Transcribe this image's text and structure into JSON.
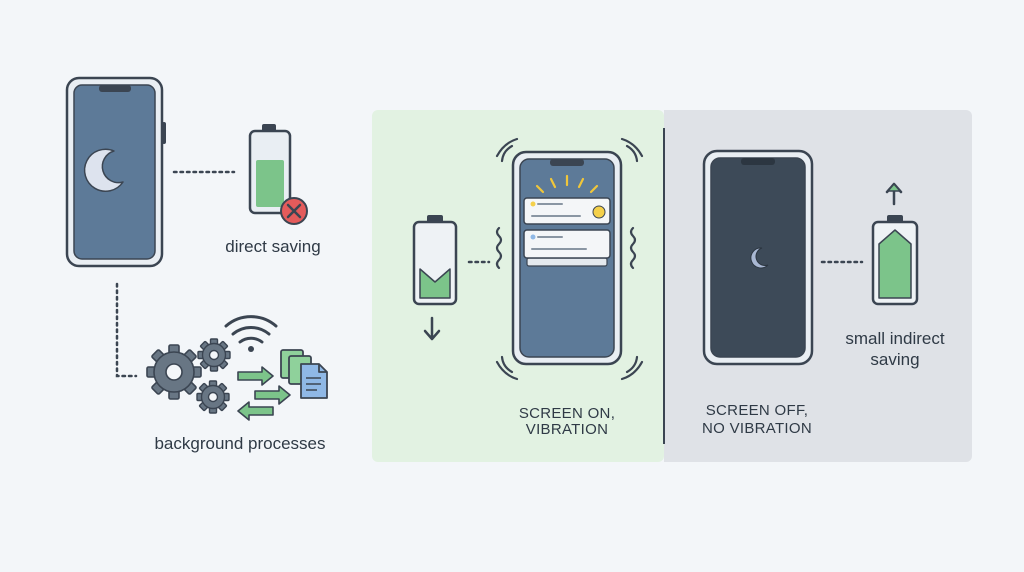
{
  "labels": {
    "direct_saving": "direct saving",
    "background_processes": "background processes",
    "screen_on": "SCREEN ON,",
    "vibration": "VIBRATION",
    "screen_off": "SCREEN OFF,",
    "no_vibration": "NO VIBRATION",
    "small_indirect": "small indirect",
    "saving": "saving"
  },
  "colors": {
    "background": "#f3f6f9",
    "outline": "#3b4552",
    "screen_blue": "#5d7a98",
    "screen_dark": "#3d4a58",
    "battery_green": "#7cc48a",
    "panel_green": "#e2f2e2",
    "panel_gray": "#dfe2e7",
    "error_red": "#e45b5b",
    "gear": "#687684",
    "doc_green": "#8fd19b",
    "doc_blue": "#8fb8e6",
    "notif_yellow": "#f4d04a"
  },
  "icons": [
    "moon-icon",
    "battery-icon",
    "close-icon",
    "gear-icon",
    "wifi-icon",
    "document-icon",
    "arrow-icon",
    "notification-icon"
  ]
}
